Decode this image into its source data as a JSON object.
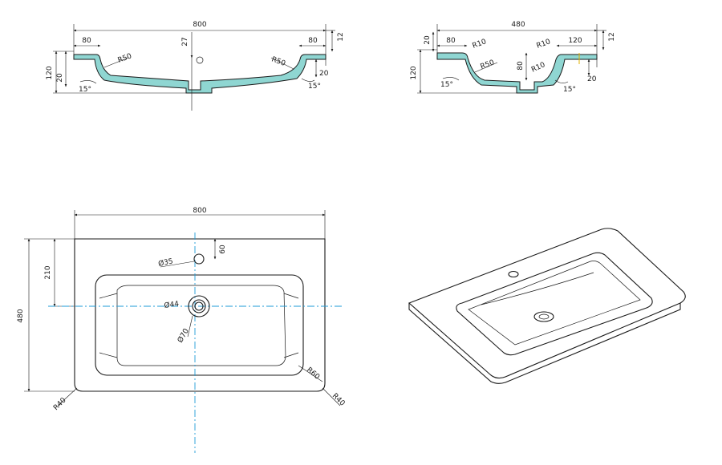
{
  "colors": {
    "line": "#1a1a1a",
    "axis": "#1e9bd7",
    "section_fill": "#8fd6d2",
    "hidden_edge": "#e0b000"
  },
  "front_section": {
    "overall_width": "800",
    "left_ledge": "80",
    "right_ledge": "80",
    "center_offset": "27",
    "right_height": "12",
    "overall_height": "120",
    "rim_thickness": "20",
    "right_rim": "20",
    "left_radius": "R50",
    "right_radius": "R50",
    "left_angle": "15°",
    "right_angle": "15°"
  },
  "side_section": {
    "overall_width": "480",
    "rim_thickness": "20",
    "left_ledge": "80",
    "left_radius_top": "R10",
    "right_radius_top": "R10",
    "right_ledge": "120",
    "right_height": "12",
    "overall_height": "120",
    "left_radius_bottom": "R50",
    "depth": "80",
    "right_radius_bottom": "R10",
    "right_rim": "20",
    "left_angle": "15°",
    "right_angle": "15°"
  },
  "plan_view": {
    "overall_width": "800",
    "overall_depth": "480",
    "drain_offset": "210",
    "tap_offset": "60",
    "tap_hole": "Ø35",
    "drain_inner": "Ø44",
    "drain_outer": "Ø70",
    "bowl_radius": "R60",
    "corner_left": "R40",
    "corner_right": "R40"
  }
}
